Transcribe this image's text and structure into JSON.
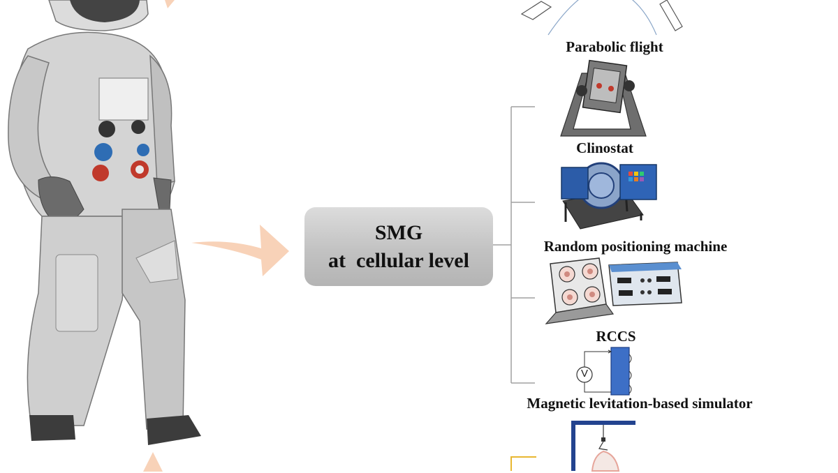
{
  "center": {
    "line1": "SMG",
    "line2": "at  cellular level"
  },
  "methods": [
    {
      "label": "Parabolic flight"
    },
    {
      "label": "Clinostat"
    },
    {
      "label": "Random positioning machine"
    },
    {
      "label": "RCCS"
    },
    {
      "label": "Magnetic levitation-based simulator"
    }
  ],
  "voltmeter_symbol": "V",
  "colors": {
    "arrow": "#f8d2b8",
    "box_fill": "#c6c6c6",
    "bracket": "#a0a0a0",
    "magnet_blue": "#3d6fc6",
    "frame_navy": "#23438f",
    "yellow_bracket": "#e8b731"
  }
}
